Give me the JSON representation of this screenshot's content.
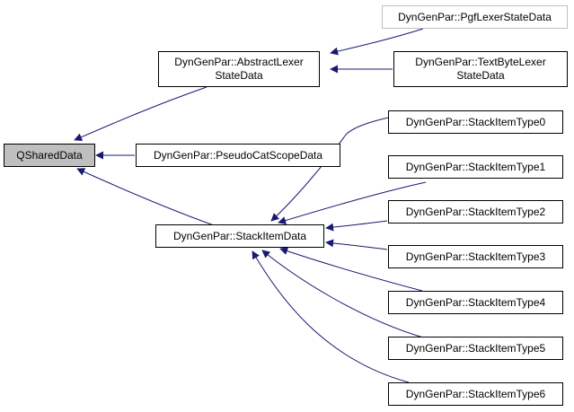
{
  "diagram": {
    "root": {
      "label": "QSharedData",
      "fill": "#bfbfbf"
    },
    "abstract_lexer": {
      "line1": "DynGenPar::AbstractLexer",
      "line2": "StateData"
    },
    "pgf_lexer": {
      "label": "DynGenPar::PgfLexerStateData",
      "border": "#bfbfbf"
    },
    "text_byte_lexer": {
      "line1": "DynGenPar::TextByteLexer",
      "line2": "StateData"
    },
    "pseudo_cat_scope": {
      "label": "DynGenPar::PseudoCatScopeData"
    },
    "stack_item_data": {
      "label": "DynGenPar::StackItemData"
    },
    "stack_item_types": [
      {
        "label": "DynGenPar::StackItemType0"
      },
      {
        "label": "DynGenPar::StackItemType1"
      },
      {
        "label": "DynGenPar::StackItemType2"
      },
      {
        "label": "DynGenPar::StackItemType3"
      },
      {
        "label": "DynGenPar::StackItemType4"
      },
      {
        "label": "DynGenPar::StackItemType5"
      },
      {
        "label": "DynGenPar::StackItemType6"
      }
    ],
    "edge_color": "#191970"
  }
}
